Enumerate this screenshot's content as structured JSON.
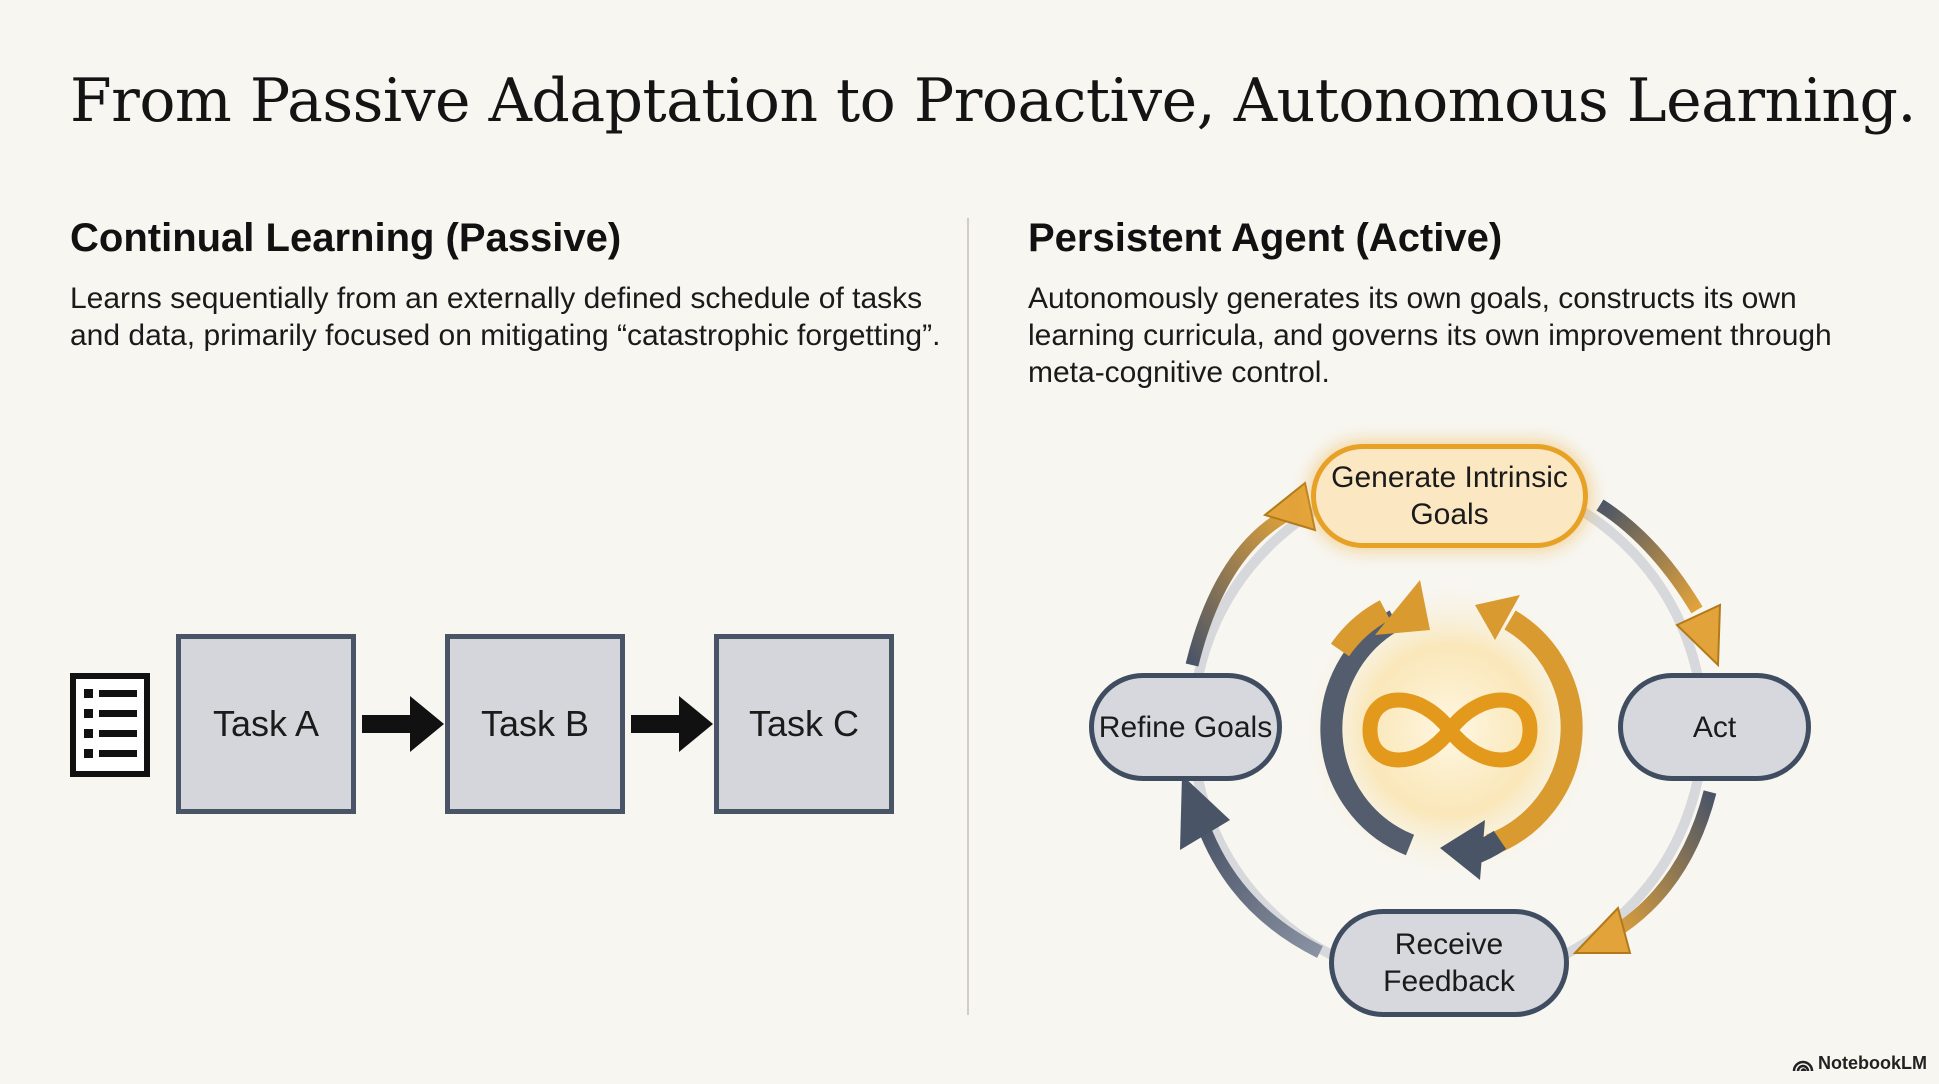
{
  "title": "From Passive Adaptation to Proactive, Autonomous Learning.",
  "left": {
    "heading": "Continual Learning (Passive)",
    "description": "Learns sequentially from an externally defined schedule of tasks and data, primarily focused on mitigating “catastrophic forgetting”.",
    "tasks": [
      "Task A",
      "Task B",
      "Task C"
    ]
  },
  "right": {
    "heading": "Persistent Agent (Active)",
    "description": "Autonomously generates its own goals, constructs its own learning curricula, and governs its own improvement through meta-cognitive control.",
    "cycle": {
      "generate": "Generate Intrinsic Goals",
      "act": "Act",
      "feedback": "Receive Feedback",
      "refine": "Refine Goals"
    }
  },
  "brand": "NotebookLM",
  "colors": {
    "accent": "#e6a126",
    "slate": "#404c60",
    "box_fill": "#d6d8de",
    "goal_fill": "#fbe8c2"
  }
}
